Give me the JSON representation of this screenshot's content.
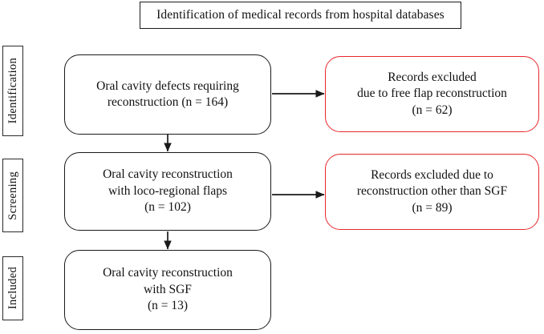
{
  "diagram": {
    "type": "prisma-flowchart",
    "title": "Identification of medical records from hospital databases",
    "colors": {
      "box_border_black": "#1a1a1a",
      "box_border_red": "#e8272c",
      "arrow": "#1a1a1a",
      "background": "#ffffff",
      "text": "#111111"
    },
    "header": {
      "label": "Identification of medical records from hospital databases"
    },
    "stages": [
      {
        "name": "identification",
        "label": "Identification"
      },
      {
        "name": "screening",
        "label": "Screening"
      },
      {
        "name": "included",
        "label": "Included"
      }
    ],
    "boxes": {
      "identified": {
        "name": "oral-cavity-defects",
        "border": "black",
        "lines": [
          "Oral cavity defects requiring",
          "reconstruction (n = 164)"
        ],
        "count": 164
      },
      "excluded_1": {
        "name": "records-excluded-free-flap",
        "border": "red",
        "lines": [
          "Records excluded",
          "due to free flap reconstruction",
          "(n = 62)"
        ],
        "count": 62
      },
      "screened": {
        "name": "oral-cavity-loco-regional-flaps",
        "border": "black",
        "lines": [
          "Oral cavity reconstruction",
          "with loco-regional flaps",
          "(n = 102)"
        ],
        "count": 102
      },
      "excluded_2": {
        "name": "records-excluded-other-than-sgf",
        "border": "red",
        "lines": [
          "Records excluded due to",
          "reconstruction other than SGF",
          "(n = 89)"
        ],
        "count": 89
      },
      "included": {
        "name": "oral-cavity-sgf",
        "border": "black",
        "lines": [
          "Oral cavity reconstruction",
          "with SGF",
          "(n = 13)"
        ],
        "count": 13
      }
    },
    "arrows": [
      {
        "name": "identified-to-excluded-1",
        "from": "identified",
        "to": "excluded_1",
        "direction": "right"
      },
      {
        "name": "identified-to-screened",
        "from": "identified",
        "to": "screened",
        "direction": "down"
      },
      {
        "name": "screened-to-excluded-2",
        "from": "screened",
        "to": "excluded_2",
        "direction": "right"
      },
      {
        "name": "screened-to-included",
        "from": "screened",
        "to": "included",
        "direction": "down"
      }
    ]
  }
}
